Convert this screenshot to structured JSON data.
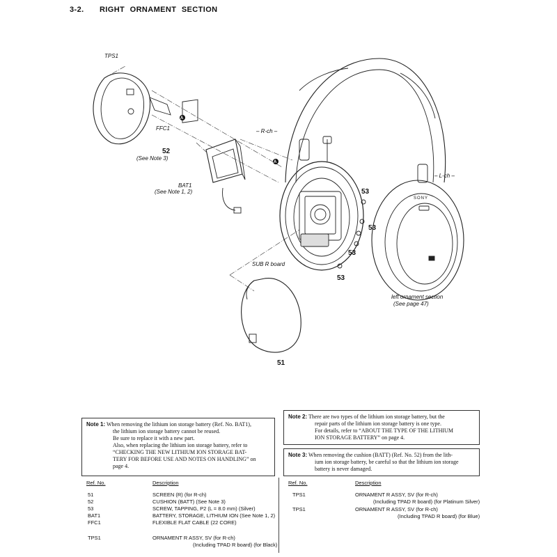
{
  "section": {
    "number": "3-2.",
    "title": "RIGHT ORNAMENT SECTION"
  },
  "diagram": {
    "labels": {
      "tps1": "TPS1",
      "ffc1": "FFC1",
      "part52": "52",
      "note3ref": "(See Note 3)",
      "bat1": "BAT1",
      "note12ref": "(See Note 1, 2)",
      "rch": "– R-ch –",
      "lch": "– L-ch –",
      "subr": "SUB R board",
      "part51": "51",
      "part53": "53",
      "marker": "A",
      "left_section": "left ornament section",
      "see_page": "(See page 47)",
      "brand": "SONY"
    }
  },
  "notes": {
    "note1": {
      "label": "Note 1:",
      "lines": [
        "When removing the lithium ion storage battery (Ref. No. BAT1),",
        "the lithium ion storage battery cannot be reused.",
        "Be sure to replace it with a new part.",
        "Also, when replacing the lithium ion storage battery, refer to",
        "“CHECKING THE NEW LITHIUM ION STORAGE BAT-",
        "TERY FOR BEFORE USE AND NOTES ON HANDLING” on",
        "page 4."
      ]
    },
    "note2": {
      "label": "Note 2:",
      "lines": [
        "There are two types of the lithium ion storage battery, but the",
        "repair parts of the lithium ion storage battery is one type.",
        "For details, refer to “ABOUT THE TYPE OF THE LITHIUM",
        "ION STORAGE BATTERY” on page 4."
      ]
    },
    "note3": {
      "label": "Note 3:",
      "lines": [
        "When removing the cushion (BATT) (Ref. No. 52) from the lith-",
        "ium ion storage battery, be careful so that the lithium ion storage",
        "battery is never damaged."
      ]
    }
  },
  "parts": {
    "header_ref": "Ref. No.",
    "header_desc": "Description",
    "left": [
      {
        "ref": "51",
        "desc": "SCREEN (R) (for R-ch)"
      },
      {
        "ref": "52",
        "desc": "CUSHION (BATT) (See Note 3)"
      },
      {
        "ref": "53",
        "desc": "SCREW, TAPPING, P2 (L = 8.0 mm) (Silver)"
      },
      {
        "ref": "BAT1",
        "desc": "BATTERY, STORAGE, LITHIUM ION (See Note 1, 2)"
      },
      {
        "ref": "FFC1",
        "desc": "FLEXIBLE FLAT CABLE (22 CORE)"
      },
      {
        "ref": "TPS1",
        "desc": "ORNAMENT R ASSY, SV (for R-ch)",
        "desc2": "(Including TPAD R board) (for Black)"
      }
    ],
    "right": [
      {
        "ref": "TPS1",
        "desc": "ORNAMENT R ASSY, SV (for R-ch)",
        "desc2": "(Including TPAD R board) (for Platinum Silver)"
      },
      {
        "ref": "TPS1",
        "desc": "ORNAMENT R ASSY, SV (for R-ch)",
        "desc2": "(Including TPAD R board) (for Blue)"
      }
    ]
  }
}
